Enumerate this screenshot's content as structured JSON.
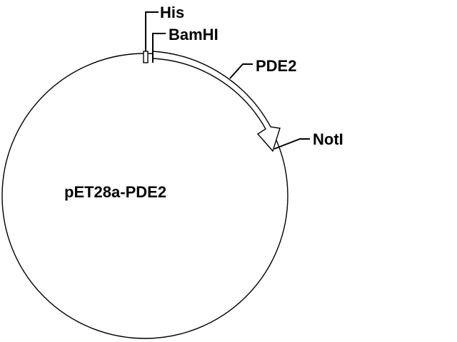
{
  "plasmid": {
    "name": "pET28a-PDE2"
  },
  "features": {
    "his": {
      "label": "His"
    },
    "bamhi": {
      "label": "BamHI"
    },
    "pde2": {
      "label": "PDE2"
    },
    "noti": {
      "label": "NotI"
    }
  },
  "colors": {
    "stroke": "#000000",
    "background": "#ffffff"
  }
}
